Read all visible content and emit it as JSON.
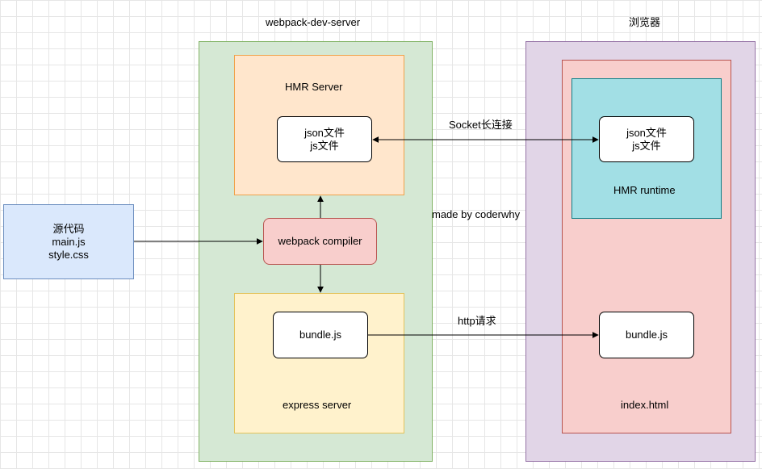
{
  "server": {
    "title": "webpack-dev-server",
    "fill": "#d5e8d4",
    "stroke": "#82b366"
  },
  "hmr_server": {
    "title": "HMR Server",
    "fill": "#ffe6cc",
    "stroke": "#f0a14a",
    "file_line1": "json文件",
    "file_line2": "js文件"
  },
  "compiler": {
    "label": "webpack compiler",
    "fill": "#f8cecc",
    "stroke": "#b85450"
  },
  "express": {
    "title": "express server",
    "fill": "#fff2cc",
    "stroke": "#e3c35b",
    "bundle": "bundle.js"
  },
  "source": {
    "line1": "源代码",
    "line2": "main.js",
    "line3": "style.css",
    "fill": "#dae8fc",
    "stroke": "#6c8ebf"
  },
  "browser": {
    "title": "浏览器",
    "fill": "#e1d5e7",
    "stroke": "#9673a6"
  },
  "index_html": {
    "title": "index.html",
    "fill": "#f8cecc",
    "stroke": "#b85450",
    "bundle": "bundle.js"
  },
  "hmr_runtime": {
    "title": "HMR runtime",
    "fill": "#a2dfe5",
    "stroke": "#0e8088",
    "file_line1": "json文件",
    "file_line2": "js文件"
  },
  "edges": {
    "socket": "Socket长连接",
    "http": "http请求"
  },
  "watermark": "made by coderwhy"
}
